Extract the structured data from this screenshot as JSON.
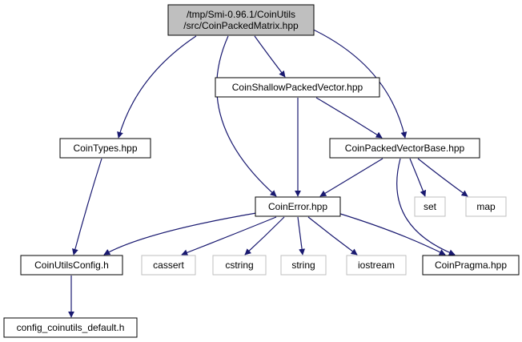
{
  "colors": {
    "edge": "#191970",
    "root_fill": "#bfbfbf",
    "node_fill": "#ffffff",
    "node_border": "#000000",
    "system_border": "#bfbfbf",
    "text": "#000000"
  },
  "nodes": [
    {
      "id": "coinpackedmatrix",
      "lines": [
        "/tmp/Smi-0.96.1/CoinUtils",
        "/src/CoinPackedMatrix.hpp"
      ],
      "kind": "root"
    },
    {
      "id": "coinshallowpackedvector",
      "lines": [
        "CoinShallowPackedVector.hpp"
      ],
      "kind": "file"
    },
    {
      "id": "cointypes",
      "lines": [
        "CoinTypes.hpp"
      ],
      "kind": "file"
    },
    {
      "id": "coinpackedvectorbase",
      "lines": [
        "CoinPackedVectorBase.hpp"
      ],
      "kind": "file"
    },
    {
      "id": "coinerror",
      "lines": [
        "CoinError.hpp"
      ],
      "kind": "file"
    },
    {
      "id": "set",
      "lines": [
        "set"
      ],
      "kind": "system"
    },
    {
      "id": "map",
      "lines": [
        "map"
      ],
      "kind": "system"
    },
    {
      "id": "coinutilsconfig",
      "lines": [
        "CoinUtilsConfig.h"
      ],
      "kind": "file"
    },
    {
      "id": "cassert",
      "lines": [
        "cassert"
      ],
      "kind": "system"
    },
    {
      "id": "cstring",
      "lines": [
        "cstring"
      ],
      "kind": "system"
    },
    {
      "id": "string",
      "lines": [
        "string"
      ],
      "kind": "system"
    },
    {
      "id": "iostream",
      "lines": [
        "iostream"
      ],
      "kind": "system"
    },
    {
      "id": "coinpragma",
      "lines": [
        "CoinPragma.hpp"
      ],
      "kind": "file"
    },
    {
      "id": "config_default",
      "lines": [
        "config_coinutils_default.h"
      ],
      "kind": "file"
    }
  ],
  "edges": [
    {
      "from": "coinpackedmatrix",
      "to": "cointypes"
    },
    {
      "from": "coinpackedmatrix",
      "to": "coinerror"
    },
    {
      "from": "coinpackedmatrix",
      "to": "coinshallowpackedvector"
    },
    {
      "from": "coinpackedmatrix",
      "to": "coinpackedvectorbase"
    },
    {
      "from": "coinshallowpackedvector",
      "to": "coinerror"
    },
    {
      "from": "coinshallowpackedvector",
      "to": "coinpackedvectorbase"
    },
    {
      "from": "cointypes",
      "to": "coinutilsconfig"
    },
    {
      "from": "coinpackedvectorbase",
      "to": "coinerror"
    },
    {
      "from": "coinpackedvectorbase",
      "to": "set"
    },
    {
      "from": "coinpackedvectorbase",
      "to": "map"
    },
    {
      "from": "coinpackedvectorbase",
      "to": "coinpragma"
    },
    {
      "from": "coinerror",
      "to": "coinutilsconfig"
    },
    {
      "from": "coinerror",
      "to": "cassert"
    },
    {
      "from": "coinerror",
      "to": "cstring"
    },
    {
      "from": "coinerror",
      "to": "string"
    },
    {
      "from": "coinerror",
      "to": "iostream"
    },
    {
      "from": "coinerror",
      "to": "coinpragma"
    },
    {
      "from": "coinutilsconfig",
      "to": "config_default"
    }
  ]
}
